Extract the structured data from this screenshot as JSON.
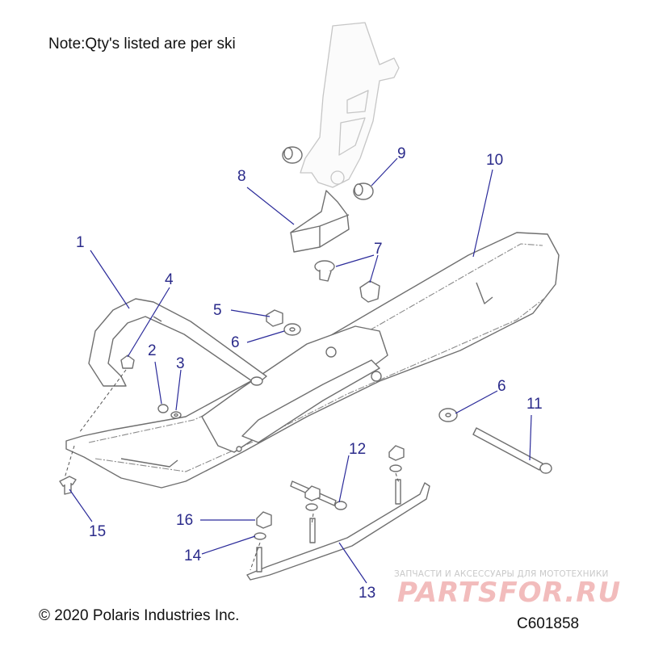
{
  "note": "Note:Qty's listed are per ski",
  "copyright": "© 2020 Polaris Industries Inc.",
  "figure_id": "C601858",
  "watermark": {
    "tagline": "ЗАПЧАСТИ И АКСЕССУАРЫ ДЛЯ МОТОТЕХНИКИ",
    "brand": "PARTSFOR.RU"
  },
  "callouts": [
    "1",
    "2",
    "3",
    "4",
    "5",
    "6",
    "6",
    "7",
    "8",
    "9",
    "10",
    "11",
    "12",
    "13",
    "14",
    "15",
    "16"
  ],
  "colors": {
    "callout": "#2a2a8a",
    "part_outline": "#6f6f6f",
    "watermark": "#f2bcbc"
  }
}
